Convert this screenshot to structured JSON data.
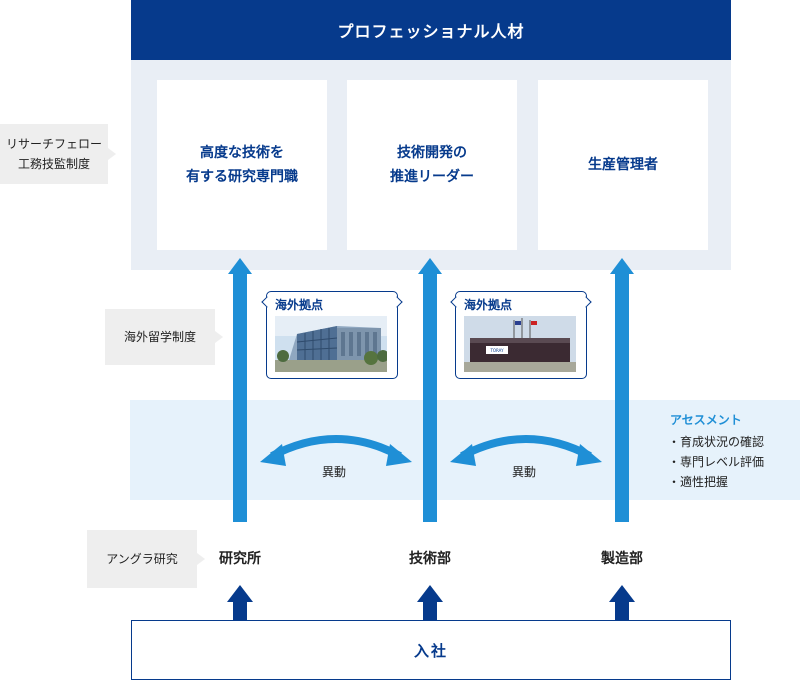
{
  "header": {
    "title": "プロフェッショナル人材"
  },
  "careers": [
    {
      "label": "高度な技術を\n有する研究専門職"
    },
    {
      "label": "技術開発の\n推進リーダー"
    },
    {
      "label": "生産管理者"
    }
  ],
  "side_labels": {
    "research_fellow": "リサーチフェロー\n工務技監制度",
    "overseas_study": "海外留学制度",
    "angura": "アングラ研究"
  },
  "overseas_bases": [
    {
      "title": "海外拠点"
    },
    {
      "title": "海外拠点",
      "sign_text": "TORAY"
    }
  ],
  "transfers": [
    {
      "label": "異動"
    },
    {
      "label": "異動"
    }
  ],
  "assessment": {
    "title": "アセスメント",
    "items": [
      "・育成状況の確認",
      "・専門レベル評価",
      "・適性把握"
    ]
  },
  "departments": [
    "研究所",
    "技術部",
    "製造部"
  ],
  "entry": {
    "label": "入社"
  },
  "colors": {
    "navy": "#063a8c",
    "arrow_blue": "#1f8fd6",
    "panel_grey": "#e9eef5",
    "band_blue": "#e6f2fb",
    "label_grey": "#eeeeee"
  }
}
